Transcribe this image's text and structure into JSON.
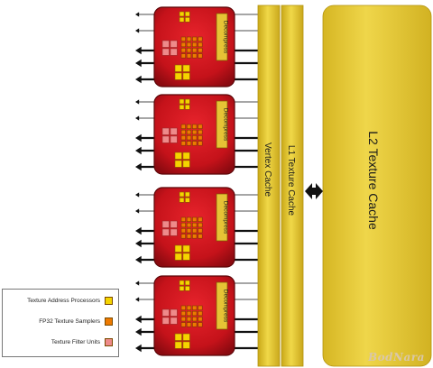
{
  "diagram": {
    "blocks": [
      {
        "label": "Decompress"
      },
      {
        "label": "Decompress"
      },
      {
        "label": "Decompress"
      },
      {
        "label": "Decompress"
      }
    ],
    "caches": {
      "vertex": "Vertex Cache",
      "l1": "L1 Texture Cache",
      "l2": "L2 Texture Cache"
    }
  },
  "legend": {
    "items": [
      {
        "label": "Texture Address Processors",
        "color": "#f5d400"
      },
      {
        "label": "FP32 Texture Samplers",
        "color": "#ee7a00"
      },
      {
        "label": "Texture Filter Units",
        "color": "#ee8a8a"
      }
    ]
  },
  "watermark": "BodNara",
  "colors": {
    "block_red": "#c8121a",
    "block_dark": "#8a0a10",
    "cache_gold": "#dcbf2a",
    "cache_gold_light": "#f2dc52",
    "cache_border": "#b39410"
  }
}
